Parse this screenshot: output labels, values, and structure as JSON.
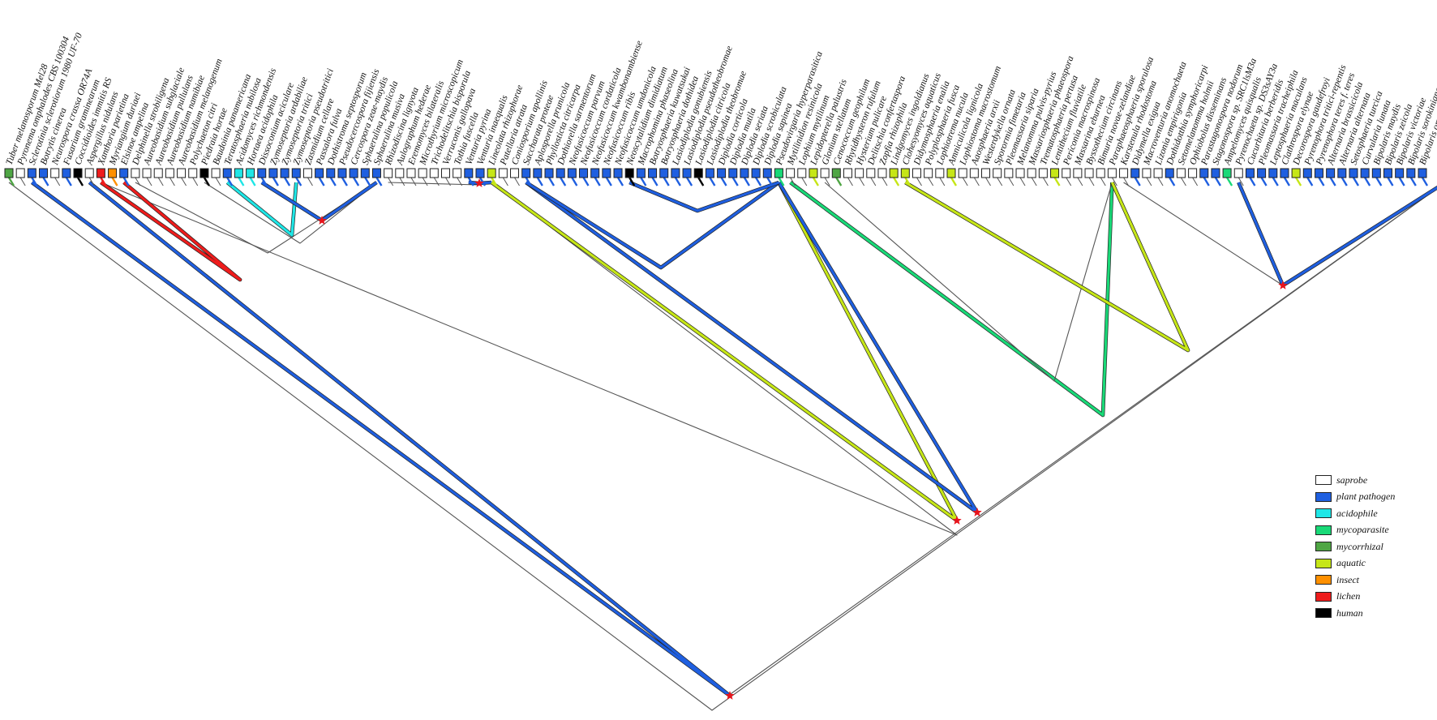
{
  "colors": {
    "saprobe": "#ffffff",
    "plant_pathogen": "#1f5fe0",
    "acidophile": "#1fe6e6",
    "mycoparasite": "#19d977",
    "mycorrhizal": "#4fa644",
    "aquatic": "#c6e617",
    "insect": "#ff9000",
    "lichen": "#ee1c1c",
    "human": "#000000",
    "marker": "#e8141c"
  },
  "legend": [
    {
      "key": "saprobe",
      "label": "saprobe"
    },
    {
      "key": "plant_pathogen",
      "label": "plant pathogen"
    },
    {
      "key": "acidophile",
      "label": "acidophile"
    },
    {
      "key": "mycoparasite",
      "label": "mycoparasite"
    },
    {
      "key": "mycorrhizal",
      "label": "mycorrhizal"
    },
    {
      "key": "aquatic",
      "label": "aquatic"
    },
    {
      "key": "insect",
      "label": "insect"
    },
    {
      "key": "lichen",
      "label": "lichen"
    },
    {
      "key": "human",
      "label": "human"
    }
  ],
  "taxa": [
    {
      "name": "Tuber melanosporum Mel28",
      "trait": "mycorrhizal"
    },
    {
      "name": "Pyronema omphalodes CBS 100304",
      "trait": "saprobe"
    },
    {
      "name": "Sclerotinia sclerotiorum 1980 UF-70",
      "trait": "plant_pathogen"
    },
    {
      "name": "Botrytis cinerea",
      "trait": "plant_pathogen"
    },
    {
      "name": "Neurospora crassa OR74A",
      "trait": "saprobe"
    },
    {
      "name": "Fusarium graminearum",
      "trait": "plant_pathogen"
    },
    {
      "name": "Coccidioides immitis RS",
      "trait": "human"
    },
    {
      "name": "Aspergillus nidulans",
      "trait": "saprobe"
    },
    {
      "name": "Xanthoria parietina",
      "trait": "lichen"
    },
    {
      "name": "Myriangium duriaei",
      "trait": "insect"
    },
    {
      "name": "Elsinoe ampelina",
      "trait": "plant_pathogen"
    },
    {
      "name": "Delphinella strobiligena",
      "trait": "saprobe"
    },
    {
      "name": "Aureobasidium subglaciale",
      "trait": "saprobe"
    },
    {
      "name": "Aureobasidium pullulans",
      "trait": "saprobe"
    },
    {
      "name": "Aureobasidium namibiae",
      "trait": "saprobe"
    },
    {
      "name": "Aureobasidium melanogenum",
      "trait": "saprobe"
    },
    {
      "name": "Polychaeton citri",
      "trait": "saprobe"
    },
    {
      "name": "Piedraia hortae",
      "trait": "human"
    },
    {
      "name": "Baudoinia panamericana",
      "trait": "saprobe"
    },
    {
      "name": "Teratosphaeria nubilosa",
      "trait": "plant_pathogen"
    },
    {
      "name": "Acidomyces richmondensis",
      "trait": "acidophile"
    },
    {
      "name": "Hortaea acidophila",
      "trait": "acidophile"
    },
    {
      "name": "Dissoconium aciculare",
      "trait": "plant_pathogen"
    },
    {
      "name": "Zymoseptoria ardabiliae",
      "trait": "plant_pathogen"
    },
    {
      "name": "Zymoseptoria tritici",
      "trait": "plant_pathogen"
    },
    {
      "name": "Zymoseptoria pseudotritici",
      "trait": "plant_pathogen"
    },
    {
      "name": "Zasmidium cellare",
      "trait": "saprobe"
    },
    {
      "name": "Passalora fulva",
      "trait": "plant_pathogen"
    },
    {
      "name": "Dothistroma septosporum",
      "trait": "plant_pathogen"
    },
    {
      "name": "Pseudocercospora fijiensis",
      "trait": "plant_pathogen"
    },
    {
      "name": "Cercospora zeae-maydis",
      "trait": "plant_pathogen"
    },
    {
      "name": "Sphaerulina populicola",
      "trait": "plant_pathogen"
    },
    {
      "name": "Sphaerulina musiva",
      "trait": "plant_pathogen"
    },
    {
      "name": "Rhizodiscina lignyota",
      "trait": "saprobe"
    },
    {
      "name": "Aulographum hederae",
      "trait": "saprobe"
    },
    {
      "name": "Eremomyces bilateralis",
      "trait": "saprobe"
    },
    {
      "name": "Microthyrium microscopicum",
      "trait": "saprobe"
    },
    {
      "name": "Trichodelitschia bisporula",
      "trait": "saprobe"
    },
    {
      "name": "Verruconis gallopava",
      "trait": "saprobe"
    },
    {
      "name": "Tothia fuscella",
      "trait": "saprobe"
    },
    {
      "name": "Venturia pyrina",
      "trait": "plant_pathogen"
    },
    {
      "name": "Venturia inaequalis",
      "trait": "plant_pathogen"
    },
    {
      "name": "Lineolata rhizophorae",
      "trait": "aquatic"
    },
    {
      "name": "Patellaria atrata",
      "trait": "saprobe"
    },
    {
      "name": "Coniosporium apollinis",
      "trait": "saprobe"
    },
    {
      "name": "Saccharata proteae",
      "trait": "plant_pathogen"
    },
    {
      "name": "Aplosporella prunicola",
      "trait": "plant_pathogen"
    },
    {
      "name": "Phyllosticta citricarpa",
      "trait": "plant_pathogen"
    },
    {
      "name": "Dothiorella sarmentorum",
      "trait": "plant_pathogen"
    },
    {
      "name": "Neofusicoccum parvum",
      "trait": "plant_pathogen"
    },
    {
      "name": "Neofusicoccum cordaticola",
      "trait": "plant_pathogen"
    },
    {
      "name": "Neofusicoccum kwambonambiense",
      "trait": "plant_pathogen"
    },
    {
      "name": "Neofusicoccum ribis",
      "trait": "plant_pathogen"
    },
    {
      "name": "Neofusicoccum umdonicola",
      "trait": "plant_pathogen"
    },
    {
      "name": "Neoscytalidium dimidiatum",
      "trait": "human"
    },
    {
      "name": "Macrophomina phaseolina",
      "trait": "plant_pathogen"
    },
    {
      "name": "Botryosphaeria kuwatsukai",
      "trait": "plant_pathogen"
    },
    {
      "name": "Botryosphaeria dothidea",
      "trait": "plant_pathogen"
    },
    {
      "name": "Lasiodiplodia gonubiensis",
      "trait": "plant_pathogen"
    },
    {
      "name": "Lasiodiplodia pseudotheobromae",
      "trait": "plant_pathogen"
    },
    {
      "name": "Lasiodiplodia citricola",
      "trait": "human"
    },
    {
      "name": "Lasiodiplodia theobromae",
      "trait": "plant_pathogen"
    },
    {
      "name": "Diplodia corticola",
      "trait": "plant_pathogen"
    },
    {
      "name": "Diplodia mutila",
      "trait": "plant_pathogen"
    },
    {
      "name": "Diplodia seriata",
      "trait": "plant_pathogen"
    },
    {
      "name": "Diplodia scrobiculata",
      "trait": "plant_pathogen"
    },
    {
      "name": "Diplodia sapinea",
      "trait": "plant_pathogen"
    },
    {
      "name": "Pseudovirgaria hyperparasitica",
      "trait": "mycoparasite"
    },
    {
      "name": "Mytilinidion resinicola",
      "trait": "saprobe"
    },
    {
      "name": "Lophium mytilinum",
      "trait": "saprobe"
    },
    {
      "name": "Lepidopterella palustris",
      "trait": "aquatic"
    },
    {
      "name": "Glonium stellatum",
      "trait": "saprobe"
    },
    {
      "name": "Cenococcum geophilum",
      "trait": "mycorrhizal"
    },
    {
      "name": "Rhytidhysteron rufulum",
      "trait": "saprobe"
    },
    {
      "name": "Hysterium pulicare",
      "trait": "saprobe"
    },
    {
      "name": "Delitschia confertaspora",
      "trait": "saprobe"
    },
    {
      "name": "Zopfia rhizophila",
      "trait": "saprobe"
    },
    {
      "name": "Lindgomyces ingoldianus",
      "trait": "aquatic"
    },
    {
      "name": "Clohesyomyces aquaticus",
      "trait": "aquatic"
    },
    {
      "name": "Didymosphaeria enalia",
      "trait": "saprobe"
    },
    {
      "name": "Polyplosphaeria fusca",
      "trait": "saprobe"
    },
    {
      "name": "Lophiotrema nucula",
      "trait": "saprobe"
    },
    {
      "name": "Amniculicola lignicola",
      "trait": "aquatic"
    },
    {
      "name": "Lophiostoma macrostomum",
      "trait": "saprobe"
    },
    {
      "name": "Aaosphaeria arxii",
      "trait": "saprobe"
    },
    {
      "name": "Westerdykella ornata",
      "trait": "saprobe"
    },
    {
      "name": "Sporormia fimetaria",
      "trait": "saprobe"
    },
    {
      "name": "Pleomassaria siparia",
      "trait": "saprobe"
    },
    {
      "name": "Melanomma pulvis-pyrius",
      "trait": "saprobe"
    },
    {
      "name": "Massariosphaeria phaeospora",
      "trait": "saprobe"
    },
    {
      "name": "Trematosphaeria pertusa",
      "trait": "saprobe"
    },
    {
      "name": "Lentithecium fluviatile",
      "trait": "aquatic"
    },
    {
      "name": "Periconia macrospinosa",
      "trait": "saprobe"
    },
    {
      "name": "Massarina eburnea",
      "trait": "saprobe"
    },
    {
      "name": "Byssothecium circinans",
      "trait": "saprobe"
    },
    {
      "name": "Bimuria novae-zelandiae",
      "trait": "saprobe"
    },
    {
      "name": "Paraphaeosphaeria sporulosa",
      "trait": "saprobe"
    },
    {
      "name": "Karstenula rhodostoma",
      "trait": "saprobe"
    },
    {
      "name": "Didymella exigua",
      "trait": "plant_pathogen"
    },
    {
      "name": "Macroventuria anomochaeta",
      "trait": "saprobe"
    },
    {
      "name": "Lizonia empirigonia",
      "trait": "saprobe"
    },
    {
      "name": "Dothidotthia symphoricarpi",
      "trait": "plant_pathogen"
    },
    {
      "name": "Setomelanomma holmii",
      "trait": "saprobe"
    },
    {
      "name": "Ophiobolus disseminans",
      "trait": "saprobe"
    },
    {
      "name": "Parastagonospora nodorum",
      "trait": "plant_pathogen"
    },
    {
      "name": "Stagonospora sp. SRC1lsM3a",
      "trait": "plant_pathogen"
    },
    {
      "name": "Ampelomyces quisqualis",
      "trait": "mycoparasite"
    },
    {
      "name": "Pyrenochaeta sp. DS3sAY3a",
      "trait": "saprobe"
    },
    {
      "name": "Cucurbitaria berberidis",
      "trait": "plant_pathogen"
    },
    {
      "name": "Pleomassaria tracheiphila",
      "trait": "plant_pathogen"
    },
    {
      "name": "Leptosphaeria maculans",
      "trait": "plant_pathogen"
    },
    {
      "name": "Clathrospora elynae",
      "trait": "plant_pathogen"
    },
    {
      "name": "Decorospora gaudefroyi",
      "trait": "aquatic"
    },
    {
      "name": "Pyrenophora tritici-repentis",
      "trait": "plant_pathogen"
    },
    {
      "name": "Pyrenophora teres f. teres",
      "trait": "plant_pathogen"
    },
    {
      "name": "Alternaria brassicicola",
      "trait": "plant_pathogen"
    },
    {
      "name": "Alternaria alternata",
      "trait": "plant_pathogen"
    },
    {
      "name": "Setosphaeria turcica",
      "trait": "plant_pathogen"
    },
    {
      "name": "Curvularia lunata",
      "trait": "plant_pathogen"
    },
    {
      "name": "Bipolaris maydis",
      "trait": "plant_pathogen"
    },
    {
      "name": "Bipolaris zeicola",
      "trait": "plant_pathogen"
    },
    {
      "name": "Bipolaris victoriae",
      "trait": "plant_pathogen"
    },
    {
      "name": "Bipolaris sorokiniana",
      "trait": "plant_pathogen"
    },
    {
      "name": "Bipolaris oryzae",
      "trait": "plant_pathogen"
    }
  ],
  "clades": [
    {
      "start": 0,
      "end": 125,
      "apex": [
        878,
        876
      ],
      "trait": "saprobe",
      "star": false
    },
    {
      "start": 2,
      "end": 125,
      "apex": [
        898,
        858
      ],
      "trait": "saprobe",
      "star": false
    },
    {
      "start": 2,
      "end": 7,
      "apex": [
        900,
        858
      ],
      "trait": "plant_pathogen",
      "star": true
    },
    {
      "start": 8,
      "end": 42,
      "apex": [
        1180,
        660
      ],
      "trait": "saprobe",
      "star": false
    },
    {
      "start": 8,
      "end": 10,
      "apex": [
        296,
        345
      ],
      "trait": "lichen",
      "star": false
    },
    {
      "start": 11,
      "end": 32,
      "apex": [
        330,
        312
      ],
      "trait": "saprobe",
      "star": false
    },
    {
      "start": 17,
      "end": 32,
      "apex": [
        370,
        300
      ],
      "trait": "saprobe",
      "star": false
    },
    {
      "start": 19,
      "end": 25,
      "apex": [
        360,
        290
      ],
      "trait": "acidophile",
      "star": false
    },
    {
      "start": 22,
      "end": 32,
      "apex": [
        397,
        272
      ],
      "trait": "plant_pathogen",
      "star": true
    },
    {
      "start": 33,
      "end": 42,
      "apex": [
        590,
        228
      ],
      "trait": "saprobe",
      "star": false
    },
    {
      "start": 40,
      "end": 42,
      "apex": [
        591,
        226
      ],
      "trait": "plant_pathogen",
      "star": true
    },
    {
      "start": 42,
      "end": 67,
      "apex": [
        1180,
        642
      ],
      "trait": "aquatic",
      "star": true
    },
    {
      "start": 45,
      "end": 67,
      "apex": [
        1205,
        632
      ],
      "trait": "plant_pathogen",
      "star": true
    },
    {
      "start": 45,
      "end": 67,
      "apex": [
        815,
        330
      ],
      "trait": "plant_pathogen",
      "star": false
    },
    {
      "start": 54,
      "end": 67,
      "apex": [
        860,
        260
      ],
      "trait": "plant_pathogen",
      "star": false
    },
    {
      "start": 68,
      "end": 96,
      "apex": [
        1360,
        512
      ],
      "trait": "mycoparasite",
      "star": false
    },
    {
      "start": 71,
      "end": 96,
      "apex": [
        1300,
        470
      ],
      "trait": "saprobe",
      "star": false
    },
    {
      "start": 78,
      "end": 96,
      "apex": [
        1465,
        432
      ],
      "trait": "aquatic",
      "star": false
    },
    {
      "start": 97,
      "end": 125,
      "apex": [
        1582,
        352
      ],
      "trait": "saprobe",
      "star": false
    },
    {
      "start": 107,
      "end": 125,
      "apex": [
        1582,
        352
      ],
      "trait": "plant_pathogen",
      "star": true
    }
  ]
}
